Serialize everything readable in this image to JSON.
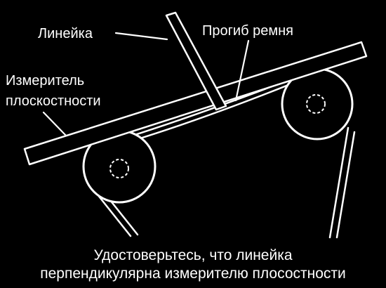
{
  "labels": {
    "ruler": "Линейка",
    "belt_deflection": "Прогиб ремня",
    "flatness_gauge_line1": "Измеритель",
    "flatness_gauge_line2": "плоскостности"
  },
  "caption": {
    "line1": "Удостоверьтесь, что линейка",
    "line2": "перпендикулярна измерителю плосостности"
  },
  "colors": {
    "background": "#000000",
    "foreground": "#ffffff"
  }
}
